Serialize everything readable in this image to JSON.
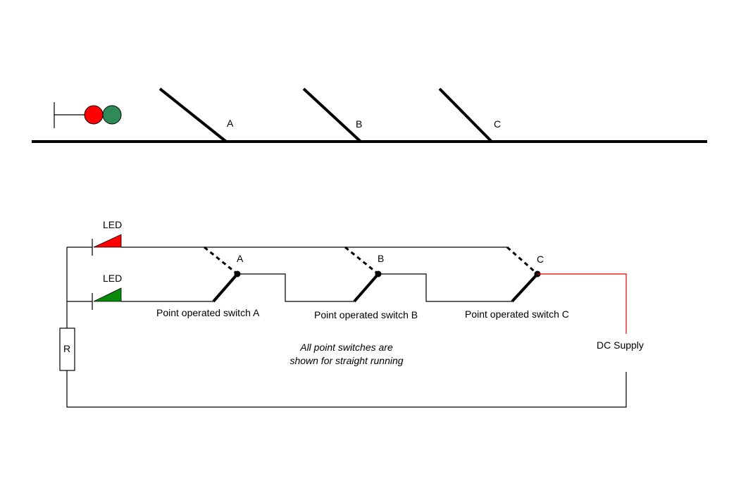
{
  "track": {
    "points": [
      {
        "label": "A"
      },
      {
        "label": "B"
      },
      {
        "label": "C"
      }
    ],
    "signal": {
      "aspects": [
        {
          "name": "red",
          "color": "#ff0000"
        },
        {
          "name": "green",
          "color": "#2e8b57"
        }
      ]
    }
  },
  "circuit": {
    "led_red": {
      "label": "LED",
      "color": "#ff0000"
    },
    "led_green": {
      "label": "LED",
      "color": "#0a8a0a"
    },
    "resistor": {
      "label": "R"
    },
    "switches": [
      {
        "label": "A",
        "caption": "Point operated switch A"
      },
      {
        "label": "B",
        "caption": "Point operated switch B"
      },
      {
        "label": "C",
        "caption": "Point operated switch C"
      }
    ],
    "supply": {
      "label": "DC Supply",
      "wire_color": "#e00000"
    },
    "note": {
      "line1": "All point switches are",
      "line2": "shown for straight running"
    }
  }
}
